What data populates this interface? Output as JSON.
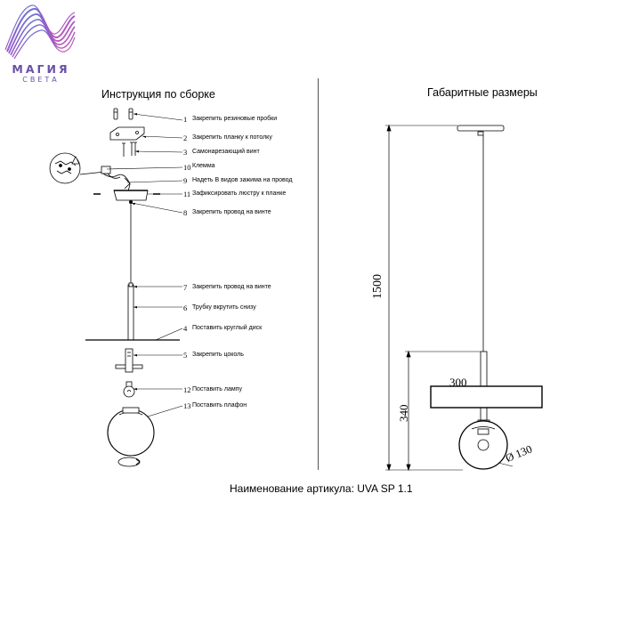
{
  "logo": {
    "main": "МАГИЯ",
    "sub": "СВЕТА"
  },
  "left_panel": {
    "title": "Инструкция по сборке",
    "steps": [
      {
        "num": "1",
        "text": "Закрепить резиновые пробки"
      },
      {
        "num": "2",
        "text": "Закрепить планку к потолку"
      },
      {
        "num": "3",
        "text": "Самонарезающий винт"
      },
      {
        "num": "10",
        "text": "Клемма"
      },
      {
        "num": "9",
        "text": "Надеть В видов зажима на провод"
      },
      {
        "num": "11",
        "text": "Зафиксировать люстру к планке"
      },
      {
        "num": "8",
        "text": "Закрепить провод на винте"
      },
      {
        "num": "7",
        "text": "Закрепить провод на винте"
      },
      {
        "num": "6",
        "text": "Трубку вкрутить снизу"
      },
      {
        "num": "4",
        "text": "Поставить круглый диск"
      },
      {
        "num": "5",
        "text": "Закрепить цоколь"
      },
      {
        "num": "12",
        "text": "Поставить лампу"
      },
      {
        "num": "13",
        "text": "Поставить плафон"
      }
    ]
  },
  "right_panel": {
    "title": "Габаритные размеры",
    "dimensions": {
      "total_height": "1500",
      "lower_height": "340",
      "disc_width": "300",
      "globe_diameter": "Ø 130"
    }
  },
  "footer": {
    "article": "Наименование артикула: UVA SP 1.1"
  }
}
